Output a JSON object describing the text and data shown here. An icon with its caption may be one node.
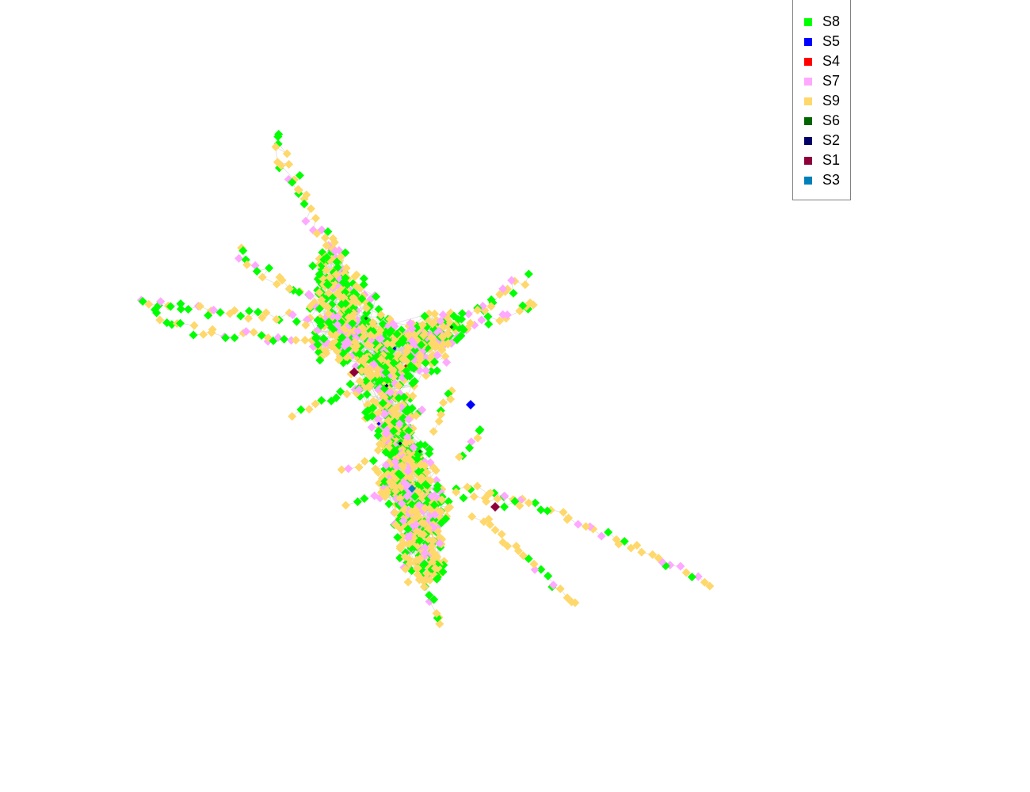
{
  "diagram": {
    "legend": [
      {
        "text": "S8",
        "color": "#00ff00"
      },
      {
        "text": "S5",
        "color": "#0000ff"
      },
      {
        "text": "S4",
        "color": "#ff0000"
      },
      {
        "text": "S7",
        "color": "#ffa8ff"
      },
      {
        "text": "S9",
        "color": "#ffd86b"
      },
      {
        "text": "S6",
        "color": "#006400"
      },
      {
        "text": "S2",
        "color": "#000066"
      },
      {
        "text": "S1",
        "color": "#8e0039"
      },
      {
        "text": "S3",
        "color": "#0080b8"
      }
    ]
  }
}
